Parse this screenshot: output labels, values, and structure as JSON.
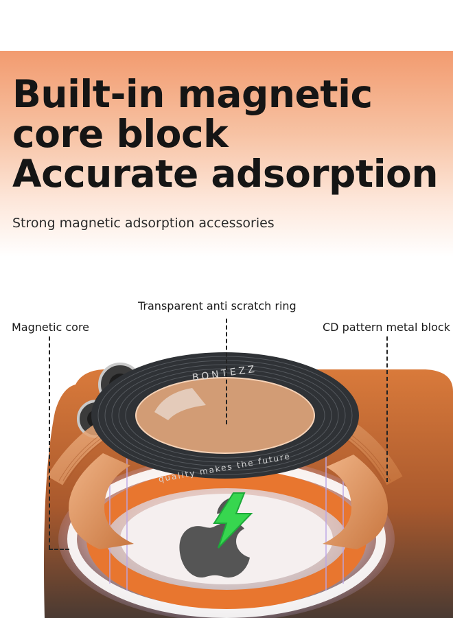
{
  "headline": {
    "line1": "Built-in magnetic",
    "line2": "core block",
    "line3": "Accurate adsorption"
  },
  "subheadline": "Strong magnetic adsorption accessories",
  "callouts": {
    "ring": "Transparent anti scratch ring",
    "core": "Magnetic core",
    "metal": "CD pattern metal block"
  },
  "ring_text": {
    "brand": "BONTEZZ",
    "slogan": "quality makes the future"
  },
  "colors": {
    "accent_orange": "#e0702f",
    "copper": "#d98a55",
    "dark_ring": "#2f3236",
    "charge_green": "#37d64f"
  },
  "icons": {
    "charging": "lightning-bolt-icon",
    "brand": "apple-logo-icon"
  }
}
